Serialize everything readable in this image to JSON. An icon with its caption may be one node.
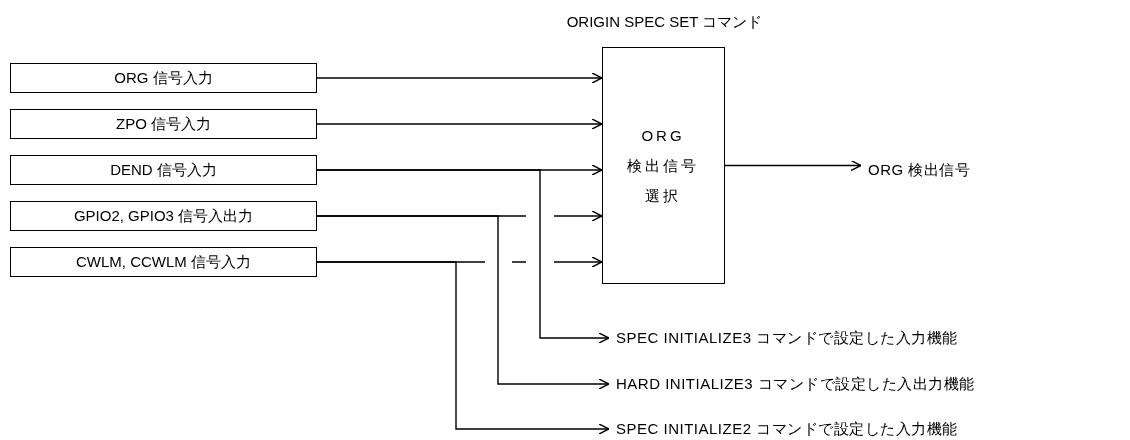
{
  "diagram": {
    "nodes": [
      {
        "text": [
          "ORG 信号入力"
        ]
      },
      {
        "text": [
          "ZPO 信号入力"
        ]
      },
      {
        "text": [
          "DEND 信号入力"
        ]
      },
      {
        "text": [
          "GPIO2, GPIO3 信号入出力"
        ]
      },
      {
        "text": [
          "CWLM, CCWLM 信号入力"
        ]
      },
      {
        "text": [
          "ORIGIN SPEC SET コマンド",
          "ORG 検出信号選択"
        ]
      },
      {
        "text": [
          "ORG 検出信号"
        ]
      },
      {
        "text": [
          "SPEC INITIALIZE3 コマンドで設定した入力機能"
        ]
      },
      {
        "text": [
          "HARD INITIALIZE3 コマンドで設定した入出力機能"
        ]
      },
      {
        "text": [
          "SPEC INITIALIZE2 コマンドで設定した入力機能"
        ]
      }
    ],
    "edges": [
      {
        "from": 0,
        "to": 5,
        "arrow": "to"
      },
      {
        "from": 1,
        "to": 5,
        "arrow": "to"
      },
      {
        "from": 2,
        "to": 5,
        "arrow": "to"
      },
      {
        "from": 3,
        "to": 5,
        "arrow": "to"
      },
      {
        "from": 4,
        "to": 5,
        "arrow": "to"
      },
      {
        "from": 5,
        "to": 6,
        "arrow": "to"
      },
      {
        "from": 2,
        "to": 7,
        "arrow": "to"
      },
      {
        "from": 3,
        "to": 8,
        "arrow": "to"
      },
      {
        "from": 4,
        "to": 9,
        "arrow": "to"
      }
    ]
  }
}
